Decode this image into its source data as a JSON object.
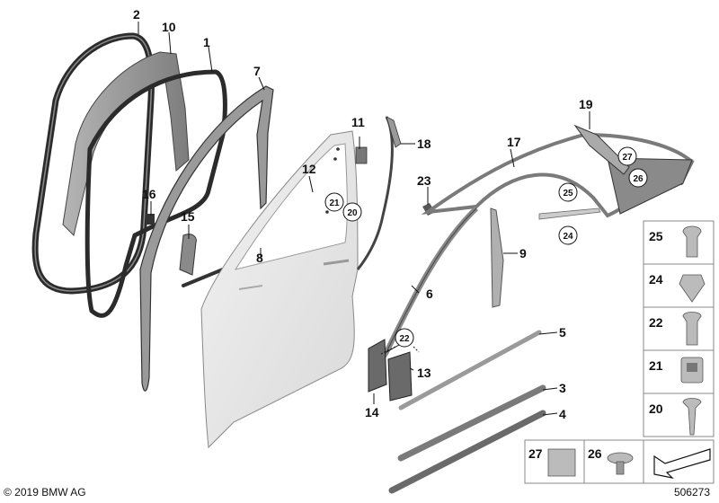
{
  "copyright": "© 2019 BMW AG",
  "doc_number": "506273",
  "callouts": {
    "c1": "1",
    "c2": "2",
    "c3": "3",
    "c4": "4",
    "c5": "5",
    "c6": "6",
    "c7": "7",
    "c8": "8",
    "c9": "9",
    "c10": "10",
    "c11": "11",
    "c12": "12",
    "c13": "13",
    "c14": "14",
    "c15": "15",
    "c16": "16",
    "c17": "17",
    "c18": "18",
    "c19": "19",
    "c23": "23"
  },
  "circled_refs": {
    "r21": "21",
    "r20": "20",
    "r22": "22",
    "r27": "27",
    "r26": "26",
    "r25": "25",
    "r24": "24"
  },
  "fastener_boxes": {
    "b25": "25",
    "b24": "24",
    "b22": "22",
    "b21": "21",
    "b20": "20",
    "b27": "27",
    "b26": "26"
  }
}
